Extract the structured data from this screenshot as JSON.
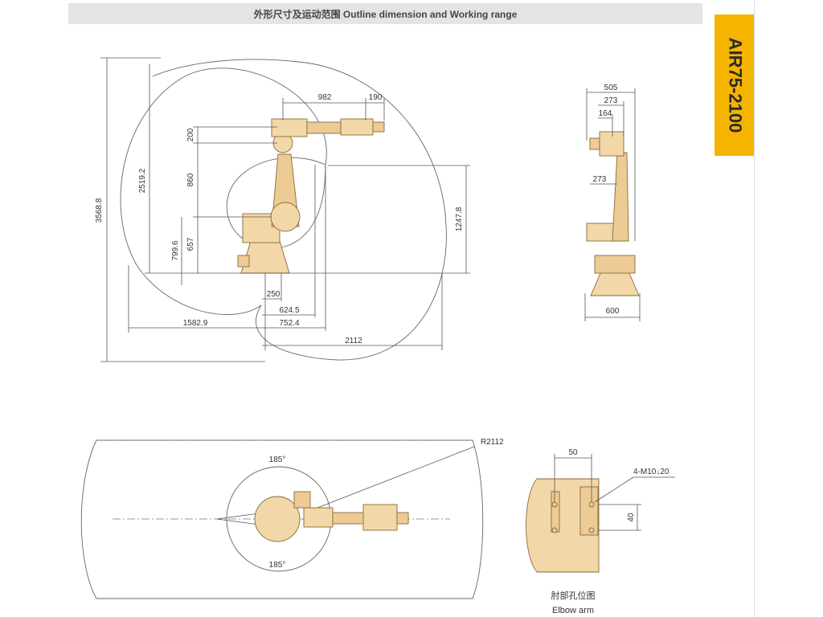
{
  "header": {
    "title": "外形尺寸及运动范围 Outline dimension and Working range"
  },
  "side_tab": {
    "model": "AIR75-2100"
  },
  "side_view": {
    "dims": {
      "total_height": "3568.8",
      "reach_height": "2519.2",
      "upper_arm": "982",
      "wrist": "190",
      "forearm_offset": "200",
      "arm_length": "860",
      "base_to_shoulder": "657",
      "shoulder_height": "799.6",
      "lower_reach": "1247.8",
      "base_offset": "250",
      "inner_radius": "624.5",
      "inner_reach": "752.4",
      "rear_reach": "1582.9",
      "front_reach": "2112"
    }
  },
  "front_view": {
    "dims": {
      "width_top": "505",
      "offset_a": "273",
      "offset_b": "164",
      "offset_c": "273",
      "base_width": "600"
    }
  },
  "top_view": {
    "dims": {
      "radius": "R2112",
      "angle_top": "185°",
      "angle_bottom": "185°"
    }
  },
  "elbow_view": {
    "dims": {
      "spacing_h": "50",
      "holes": "4-M10↓20",
      "spacing_v": "40"
    },
    "caption_cn": "肘部孔位图",
    "caption_en": "Elbow arm"
  }
}
